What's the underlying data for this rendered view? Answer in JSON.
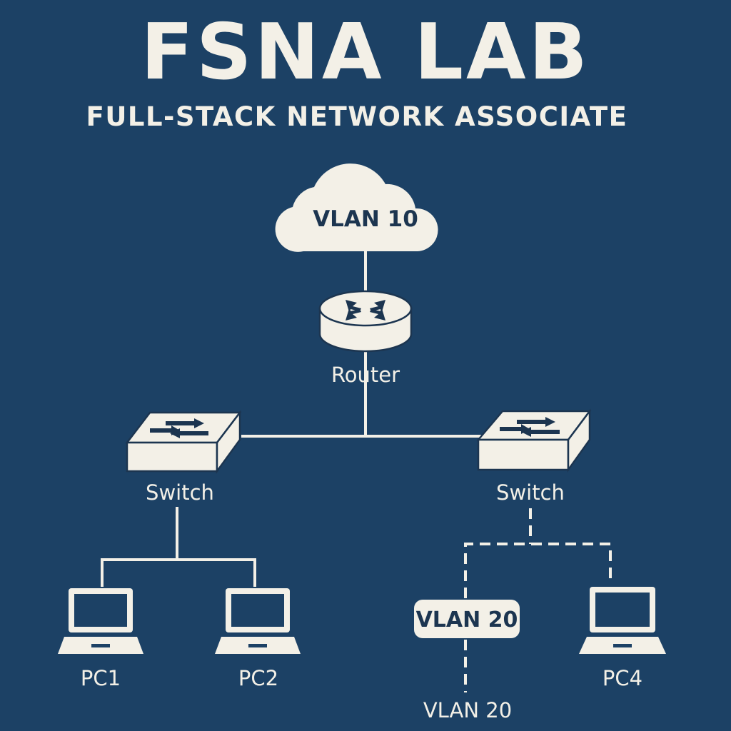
{
  "header": {
    "title": "FSNA LAB",
    "subtitle": "FULL-STACK NETWORK ASSOCIATE"
  },
  "nodes": {
    "cloud": {
      "label": "VLAN 10"
    },
    "router": {
      "label": "Router"
    },
    "switch_left": {
      "label": "Switch"
    },
    "switch_right": {
      "label": "Switch"
    },
    "pc1": {
      "label": "PC1"
    },
    "pc2": {
      "label": "PC2"
    },
    "vlan20_box": {
      "label": "VLAN 20"
    },
    "vlan20_bottom": {
      "label": "VLAN 20"
    },
    "pc4": {
      "label": "PC4"
    }
  },
  "colors": {
    "background": "#1c4165",
    "foreground": "#f3f0e7",
    "icon_detail": "#1c3550"
  },
  "icons": [
    "cloud-icon",
    "router-icon",
    "switch-icon",
    "laptop-icon"
  ]
}
